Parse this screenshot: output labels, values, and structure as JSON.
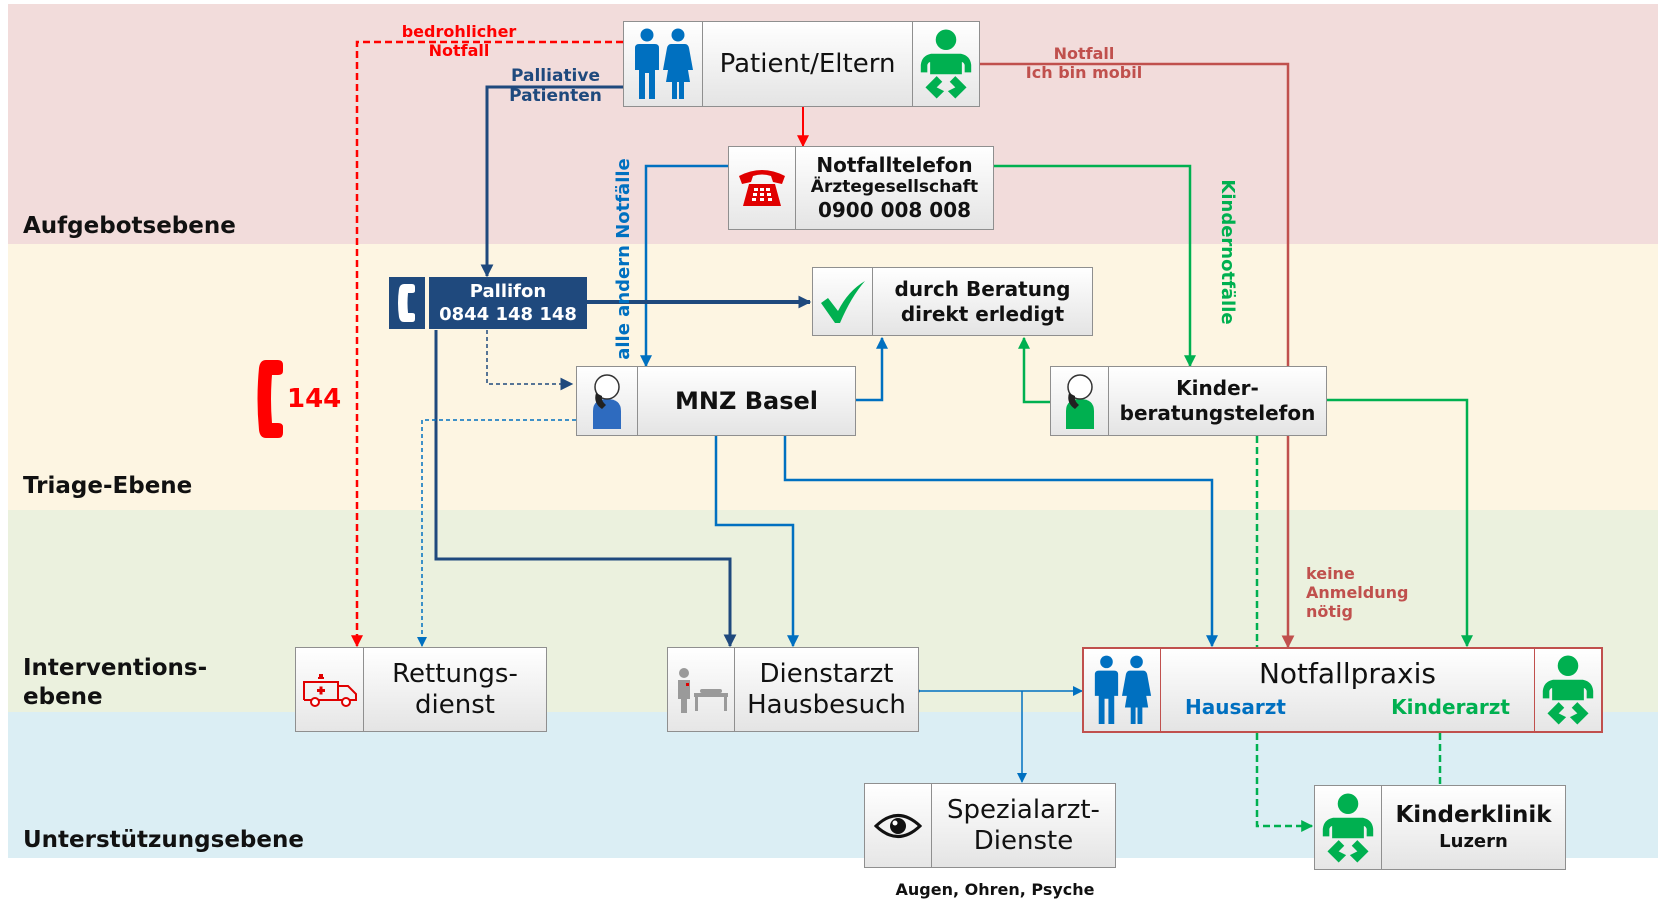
{
  "levels": {
    "aufgebot": "Aufgebotsebene",
    "triage": "Triage-Ebene",
    "intervention": [
      "Interventions-",
      "ebene"
    ],
    "unterstuetzung": "Unterstützungsebene"
  },
  "boxes": {
    "patient": "Patient/Eltern",
    "notfalltelefon": [
      "Notfalltelefon",
      "Ärztegesellschaft",
      "0900 008 008"
    ],
    "pallifon": [
      "Pallifon",
      "0844 148 148"
    ],
    "beratung": [
      "durch Beratung",
      "direkt erledigt"
    ],
    "mnz": "MNZ Basel",
    "kinderberatung": [
      "Kinder-",
      "beratungstelefon"
    ],
    "rettung": [
      "Rettungs-",
      "dienst"
    ],
    "dienstarzt": [
      "Dienstarzt",
      "Hausbesuch"
    ],
    "notfallpraxis": "Notfallpraxis",
    "hausarzt": "Hausarzt",
    "kinderarzt": "Kinderarzt",
    "spezialarzt": [
      "Spezialarzt-",
      "Dienste"
    ],
    "spezialarzt_note": "Augen, Ohren, Psyche",
    "kinderklinik": [
      "Kinderklinik",
      "Luzern"
    ]
  },
  "emergency_number": "144",
  "edge_labels": {
    "bedrohlich": [
      "bedrohlicher",
      "Notfall"
    ],
    "palliativ": [
      "Palliative",
      "Patienten"
    ],
    "mobil": [
      "Notfall",
      "Ich bin mobil"
    ],
    "andere": "alle andern Notfälle",
    "kindernotfaelle": "Kindernotfälle",
    "keine_anmeldung": [
      "keine",
      "Anmeldung",
      "nötig"
    ]
  },
  "icons": [
    "parents-icon",
    "baby-icon",
    "red-telephone-icon",
    "phone-icon",
    "checkmark-icon",
    "call-agent-icon",
    "ambulance-icon",
    "doctor-bed-icon",
    "eye-icon",
    "phone-handset-icon"
  ],
  "colors": {
    "band_aufgebot": "#f2dcdb",
    "band_triage": "#fdf5e2",
    "band_intervention": "#ebf1de",
    "band_unterstuetzung": "#dbeef4",
    "red": "#ff0000",
    "dark_red": "#c0504d",
    "navy": "#1f497d",
    "blue": "#0070c0",
    "green": "#00b050"
  }
}
